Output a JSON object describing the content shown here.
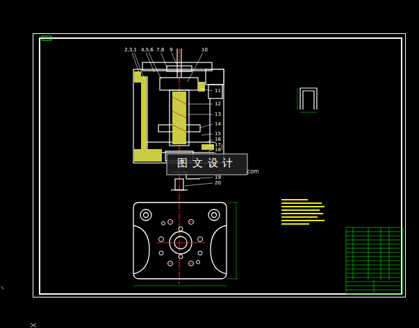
{
  "diagram": {
    "labels": [
      "2,3,1",
      "4,5,6",
      "7,8",
      "9",
      "10",
      "11",
      "12",
      "13",
      "14",
      "15",
      "16",
      "17",
      "18",
      "19",
      "20",
      "图 文 设 计",
      ".com"
    ]
  }
}
